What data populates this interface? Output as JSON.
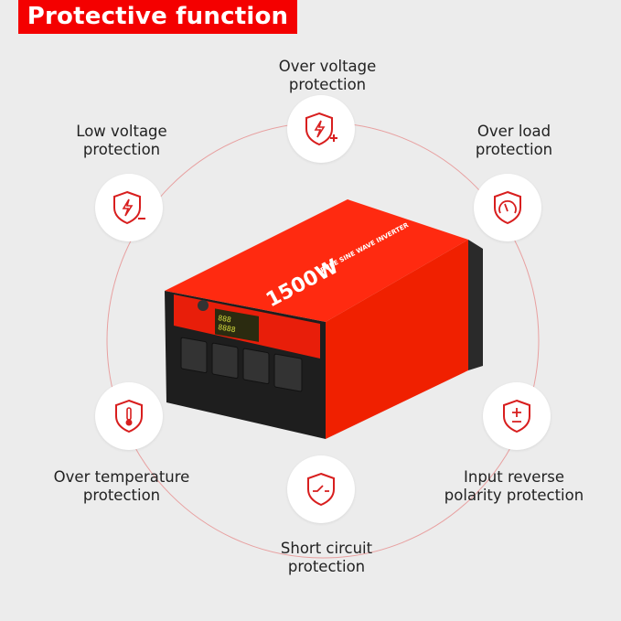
{
  "banner": {
    "title": "Protective function"
  },
  "colors": {
    "accent": "#f40000",
    "icon": "#d81e1e",
    "background": "#ececec"
  },
  "features": [
    {
      "id": "over-voltage",
      "label_line1": "Over voltage",
      "label_line2": "protection",
      "icon": "shield-bolt-plus-icon"
    },
    {
      "id": "low-voltage",
      "label_line1": "Low voltage",
      "label_line2": "protection",
      "icon": "shield-bolt-minus-icon"
    },
    {
      "id": "over-load",
      "label_line1": "Over load",
      "label_line2": "protection",
      "icon": "shield-gauge-icon"
    },
    {
      "id": "over-temperature",
      "label_line1": "Over temperature",
      "label_line2": "protection",
      "icon": "shield-thermometer-icon"
    },
    {
      "id": "input-reverse",
      "label_line1": "Input reverse",
      "label_line2": "polarity protection",
      "icon": "shield-plus-minus-icon"
    },
    {
      "id": "short-circuit",
      "label_line1": "Short circuit",
      "label_line2": "protection",
      "icon": "shield-switch-icon"
    }
  ],
  "product": {
    "power": "1500W",
    "subtitle": "PURE SINE WAVE INVERTER",
    "display_line1": "888",
    "display_line2": "8888"
  }
}
